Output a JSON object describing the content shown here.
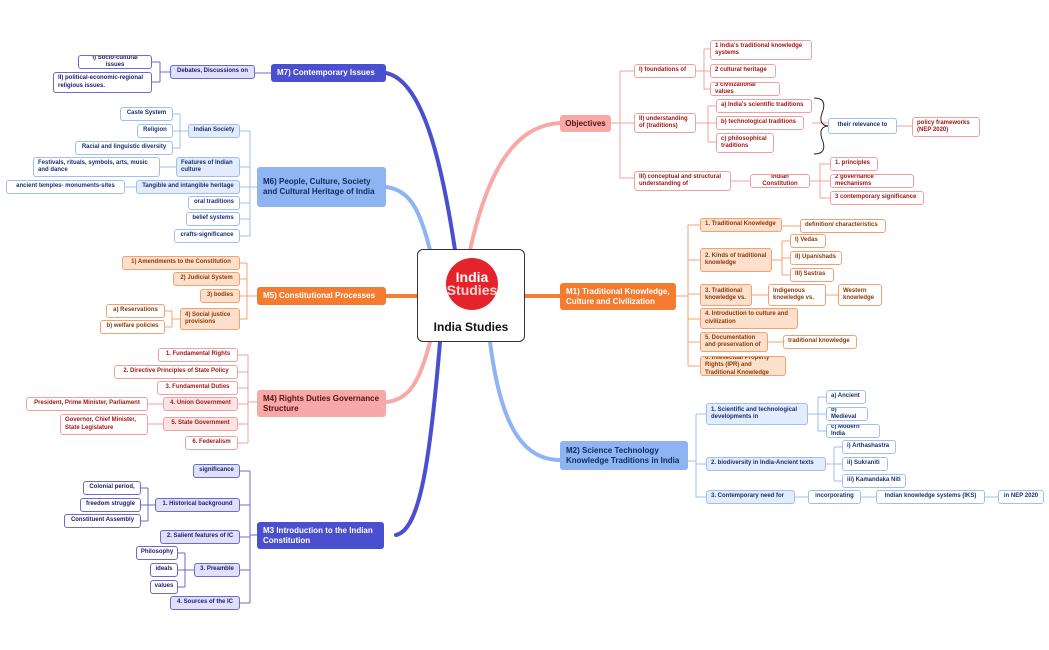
{
  "central": {
    "logo_line1": "India",
    "logo_line2": "Studies",
    "title": "India Studies"
  },
  "objectives": {
    "label": "Objectives",
    "i": {
      "label": "I) foundations of",
      "items": [
        "1 India's traditional knowledge systems",
        "2 cultural heritage",
        "3 civilizational values"
      ]
    },
    "ii": {
      "label": "II) understanding of (traditions)",
      "items": [
        "a) India's scientific traditions",
        "b) technological traditions",
        "c) philosophical traditions"
      ],
      "relevance": "their relevance to",
      "policy": "policy frameworks (NEP 2020)"
    },
    "iii": {
      "label": "III) conceptual and structural understanding of",
      "constitution": "Indian Constitution",
      "items": [
        "1. principles",
        "2 governance mechanisms",
        "3 contemporary significance"
      ]
    }
  },
  "m1": {
    "label": "M1) Traditional Knowledge, Culture and Civilization",
    "n1": "1. Traditional Knowledge",
    "n1_child": "definition/ characteristics",
    "n2": "2. Kinds of traditional knowledge",
    "n2_children": [
      "I) Vedas",
      "II) Upanishads",
      "III) Sastras"
    ],
    "n3": "3. Traditional knowledge vs.",
    "n3_child": "Indigenous knowledge vs.",
    "n3_grandchild": "Western knowledge",
    "n4": "4. Introduction to culture and civilization",
    "n5": "5. Documentation and preservation of",
    "n5_child": "traditional knowledge",
    "n6": "6. Intellectual Property Rights (IPR) and Traditional Knowledge"
  },
  "m2": {
    "label": "M2) Science Technology Knowledge Traditions in India",
    "n1": "1. Scientific and technological developments in",
    "n1_children": [
      "a) Ancient",
      "b) Medieval",
      "c) Modern India"
    ],
    "n2": "2. biodiversity in India-Ancient texts",
    "n2_children": [
      "i) Arthashastra",
      "ii) Sukraniti",
      "iii) Kamandaka Niti"
    ],
    "n3": "3. Contemporary need for",
    "n3_chain": [
      "incorporating",
      "Indian knowledge systems (IKS)",
      "in NEP 2020"
    ]
  },
  "m3": {
    "label": "M3 Introduction to the Indian Constitution",
    "significance": "significance",
    "n1": "1. Historical background",
    "n1_children": [
      "Colonial period,",
      "freedom struggle",
      "Constituent Assembly"
    ],
    "n2": "2. Salient features of IC",
    "n3": "3. Preamble",
    "n3_children": [
      "Philosophy",
      "ideals",
      "values"
    ],
    "n4": "4. Sources of the IC"
  },
  "m4": {
    "label": "M4) Rights Duties Governance Structure",
    "items": [
      "1. Fundamental Rights",
      "2. Directive Principles of State Policy",
      "3. Fundamental Duties"
    ],
    "union": "4. Union Government",
    "union_child": "President, Prime Minister, Parliament",
    "state": "5. State Government",
    "state_child": "Governor, Chief Minister, State Legislature",
    "federalism": "6. Federalism"
  },
  "m5": {
    "label": "M5) Constitutional Processes",
    "items": [
      "1) Amendments to the Constitution",
      "2) Judicial System",
      "3) bodies"
    ],
    "social": "4) Social justice provisions",
    "social_children": [
      "a) Reservations",
      "b) welfare policies"
    ]
  },
  "m6": {
    "label": "M6) People, Culture, Society and Cultural Heritage of India",
    "society": "Indian Society",
    "society_children": [
      "Caste System",
      "Religion",
      "Racial and linguistic diversity"
    ],
    "features": "Features of Indian culture",
    "features_child": "Festivals, rituals, symbols, arts, music and dance",
    "heritage": "Tangible and intangible heritage",
    "heritage_child": "ancient temples- monuments-sites",
    "items": [
      "oral traditions",
      "belief systems",
      "crafts-significance"
    ]
  },
  "m7": {
    "label": "M7) Contemporary Issues",
    "debates": "Debates, Discussions on",
    "children": [
      "I) Socio-cultural issues",
      "II) political-economic-regional religious issues."
    ]
  }
}
